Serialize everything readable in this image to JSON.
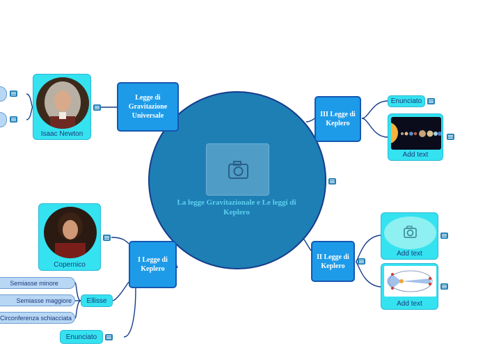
{
  "central": {
    "title": "La legge Gravitazionale e Le leggi di Keplero",
    "image_icon": "camera-icon"
  },
  "topics": {
    "gravitazione": "Legge di Gravitazione Universale",
    "terza": "III Legge di Keplero",
    "prima": "I Legge di Keplero",
    "seconda": "II Legge di Keplero"
  },
  "cards": {
    "newton": "Isaac Newton",
    "copernico": "Copernico",
    "solar_system": "Add text",
    "photo_placeholder": "Add text",
    "orbit_diagram": "Add text"
  },
  "subtopics": {
    "enunciato_terza": "Enunciato",
    "ellisse": "Ellisse",
    "enunciato_prima": "Enunciato"
  },
  "ellisse_items": [
    "Semiasse minore",
    "Semiasse maggiore",
    "Circonferenza schiacciata"
  ],
  "note_icon": "notes-icon",
  "colors": {
    "central": "#1e7fb5",
    "topic": "#1e9be8",
    "card": "#35e2f0",
    "pill": "#b7d7f5",
    "link": "#153b8a"
  }
}
